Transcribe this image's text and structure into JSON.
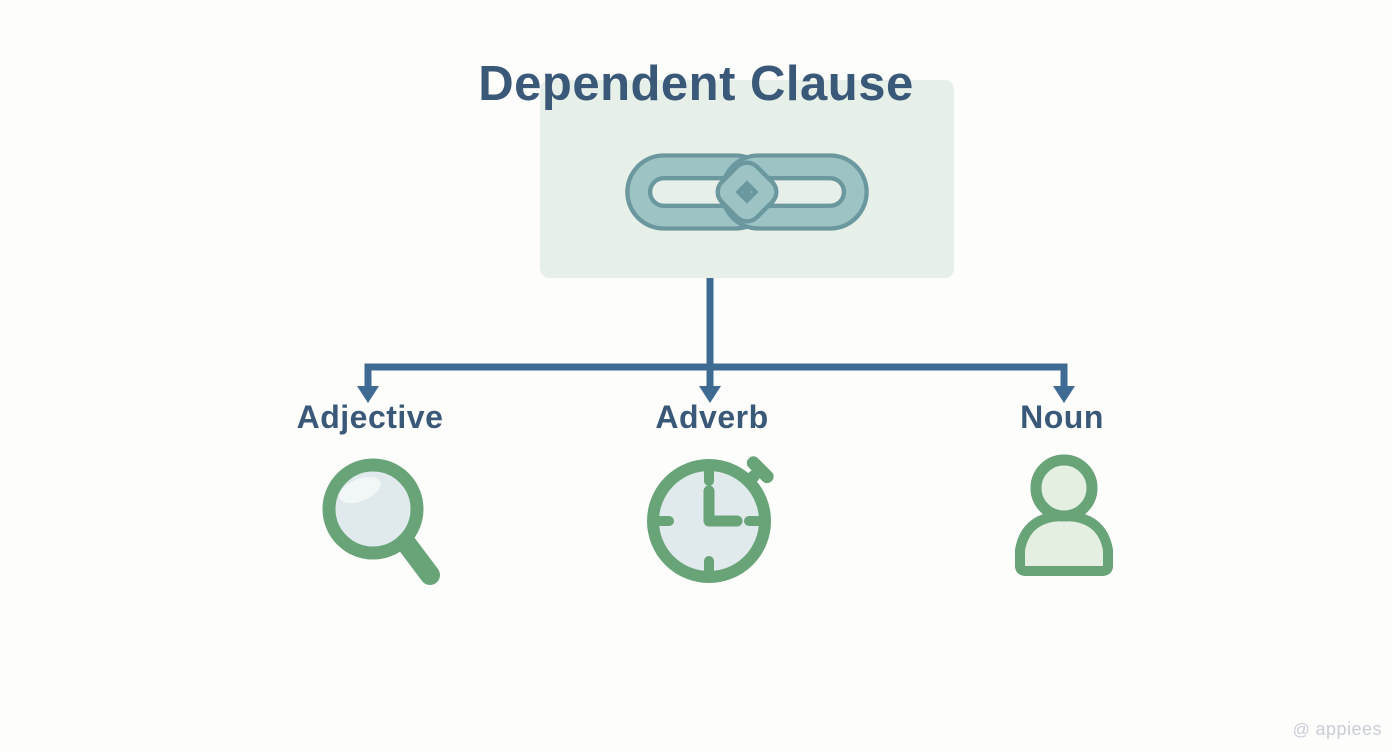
{
  "diagram": {
    "root": {
      "title": "Dependent Clause",
      "icon": "chain-link-icon"
    },
    "branches": [
      {
        "label": "Adjective",
        "icon": "magnifier-icon"
      },
      {
        "label": "Adverb",
        "icon": "stopwatch-icon"
      },
      {
        "label": "Noun",
        "icon": "person-icon"
      }
    ]
  },
  "watermark": {
    "symbol": "@",
    "text": "appiees"
  },
  "theme": {
    "page_bg": "#fdfdfc",
    "title_color": "#3a5878",
    "connector": "#3f6a92",
    "box_bg": "#e7f0e8",
    "chain_fill": "#9dc3c5",
    "chain_outline": "#6b989e",
    "icon_green": "#68a478",
    "icon_fill_blue": "#e0eaec",
    "icon_fill_green": "#e4eee1",
    "watermark_color": "#c9cdd5"
  }
}
